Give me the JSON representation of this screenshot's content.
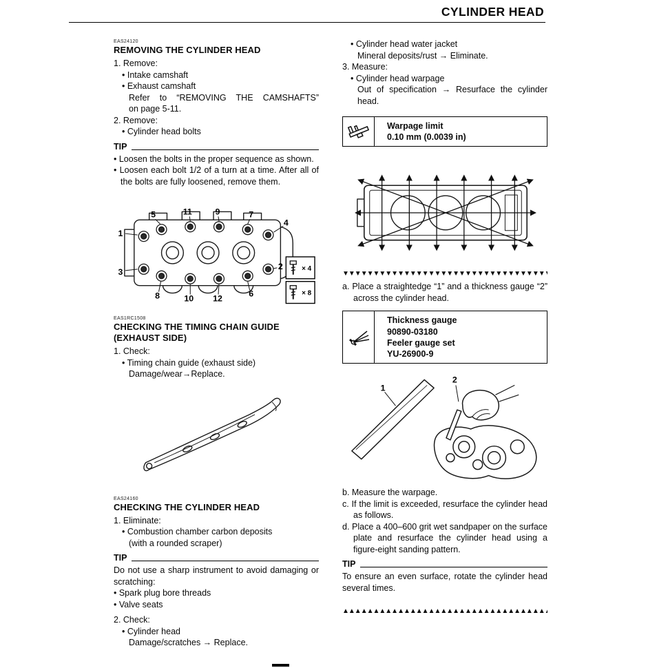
{
  "header": {
    "title": "CYLINDER HEAD"
  },
  "left": {
    "sec_removing": {
      "code": "EAS24120",
      "heading": "REMOVING THE CYLINDER HEAD",
      "step1": "1. Remove:",
      "bullet1": "• Intake camshaft",
      "bullet2": "• Exhaust camshaft",
      "note1": "Refer to “REMOVING THE CAMSHAFTS”",
      "note2": "on page 5-11.",
      "step2": "2. Remove:",
      "bullet3": "• Cylinder head bolts",
      "tip_label": "TIP",
      "tip1": "• Loosen the bolts in the proper sequence as shown.",
      "tip2": "• Loosen each bolt 1/2 of a turn at a time. After all of the bolts are fully loosened, remove them."
    },
    "bolt_diagram": {
      "n1": "1",
      "n2": "2",
      "n3": "3",
      "n4": "4",
      "n5": "5",
      "n6": "6",
      "n7": "7",
      "n8": "8",
      "n9": "9",
      "n10": "10",
      "n11": "11",
      "n12": "12",
      "mult4": "× 4",
      "mult8": "× 8"
    },
    "sec_chain_guide": {
      "code": "EAS1RC1508",
      "heading1": "CHECKING THE TIMING CHAIN GUIDE",
      "heading2": "(EXHAUST SIDE)",
      "step1": "1. Check:",
      "bullet1": "• Timing chain guide (exhaust side)",
      "result1": "Damage/wear→Replace."
    },
    "sec_checking_head": {
      "code": "EAS24160",
      "heading": "CHECKING THE CYLINDER HEAD",
      "step1": "1. Eliminate:",
      "bullet1": "• Combustion chamber carbon deposits",
      "bullet1b": "(with a rounded scraper)",
      "tip_label": "TIP",
      "tip_text": "Do not use a sharp instrument to avoid damaging or scratching:",
      "tip_bullet1": "• Spark plug bore threads",
      "tip_bullet2": "• Valve seats",
      "step2": "2. Check:",
      "bullet2": "• Cylinder head",
      "result2": "Damage/scratches → Replace."
    }
  },
  "right": {
    "sec_measure": {
      "bullet1": "• Cylinder head water jacket",
      "result1": "Mineral deposits/rust → Eliminate.",
      "step3": "3. Measure:",
      "bullet2": "• Cylinder head warpage",
      "result2": "Out of specification → Resurface the cylinder head."
    },
    "warpage_spec": {
      "line1": "Warpage limit",
      "line2": "0.10 mm (0.0039 in)"
    },
    "marker_down": "▼▼▼▼▼▼▼▼▼▼▼▼▼▼▼▼▼▼▼▼▼▼▼▼▼▼▼▼▼▼▼▼▼▼▼▼▼▼",
    "step_a": "a. Place a straightedge “1” and a thickness gauge “2” across the cylinder head.",
    "gauge_spec": {
      "line1": "Thickness gauge",
      "line2": "90890-03180",
      "line3": "Feeler gauge set",
      "line4": "YU-26900-9"
    },
    "measure_diagram": {
      "label1": "1",
      "label2": "2"
    },
    "step_b": "b. Measure the warpage.",
    "step_c": "c. If the limit is exceeded, resurface the cylinder head as follows.",
    "step_d": "d. Place a 400–600 grit wet sandpaper on the surface plate and resurface the cylinder head using a figure-eight sanding pattern.",
    "tip_label": "TIP",
    "tip_text": "To ensure an even surface, rotate the cylinder head several times.",
    "marker_up": "▲▲▲▲▲▲▲▲▲▲▲▲▲▲▲▲▲▲▲▲▲▲▲▲▲▲▲▲▲▲▲▲▲▲▲▲▲▲"
  }
}
